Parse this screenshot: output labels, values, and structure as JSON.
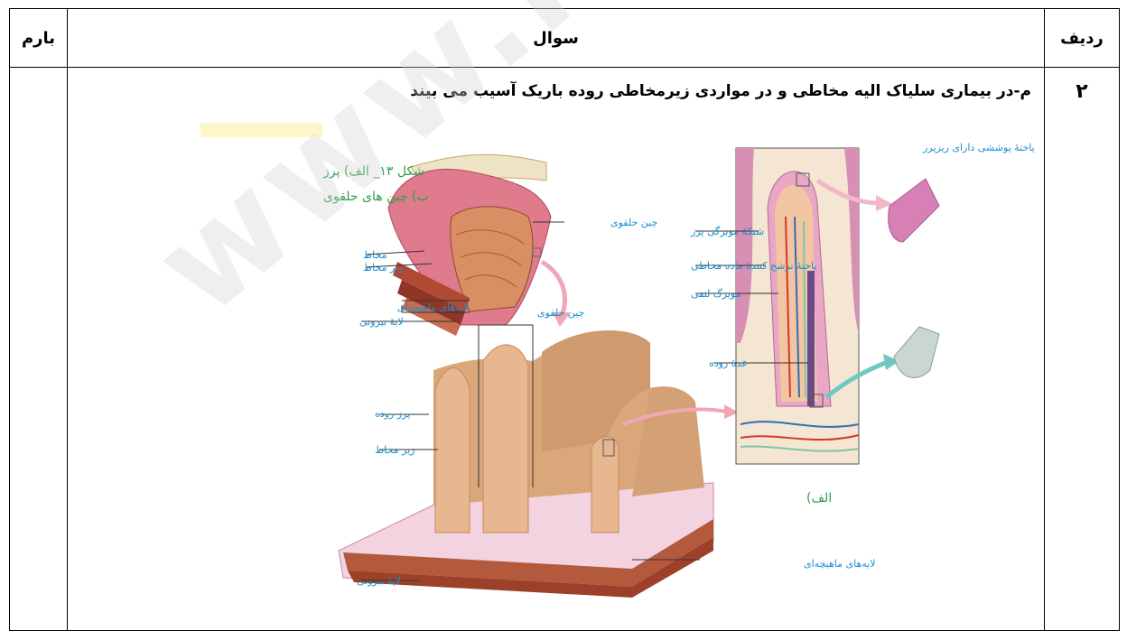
{
  "header": {
    "score_label": "بارم",
    "question_label": "سوال",
    "row_label": "ردیف"
  },
  "question": {
    "number": "۲",
    "text": "م-در بیماری سلیاک الیه مخاطی و در مواردی زیرمخاطی روده باریک آسیب می بیند"
  },
  "figure": {
    "caption_line1": "شکل ۱۳_ الف) پرز",
    "caption_line2": "ب) چین های حلقوی",
    "label_a": "الف)",
    "labels": {
      "chin_halghavi_top": "چین حلقوی",
      "makhat": "مخاط",
      "zir_makhat_top": "زیر مخاط",
      "layehaye_mahiche_top": "لایه‌های ماهیچه‌ای",
      "laye_biruni_top": "لایهٔ بیرونی",
      "chin_halghavi_mid": "چین حلقوی",
      "parz_rude": "پرز روده",
      "zir_makhat_bottom": "زیر مخاط",
      "layehaye_mahiche_bottom": "لایه‌های ماهیچه‌ای",
      "laye_biruni_bottom": "لایهٔ بیرونی",
      "shabake_moyragi": "شبکهٔ مویرگی پرز",
      "yakhte_tarashoh": "یاختهٔ ترشح کنندهٔ ماده مخاطی",
      "moyrag_lanfi": "مویرگ لنفی",
      "ghodde_rude": "غدهٔ روده",
      "yakhte_pooshshi": "یاختهٔ پوششی دارای ریزپرز"
    }
  },
  "colors": {
    "label_blue": "#1a8fcf",
    "caption_green": "#2f9e4a",
    "tissue_tan": "#d9a77a",
    "muscle_red": "#a6402e",
    "mucosa_pink": "#e98aa4"
  }
}
